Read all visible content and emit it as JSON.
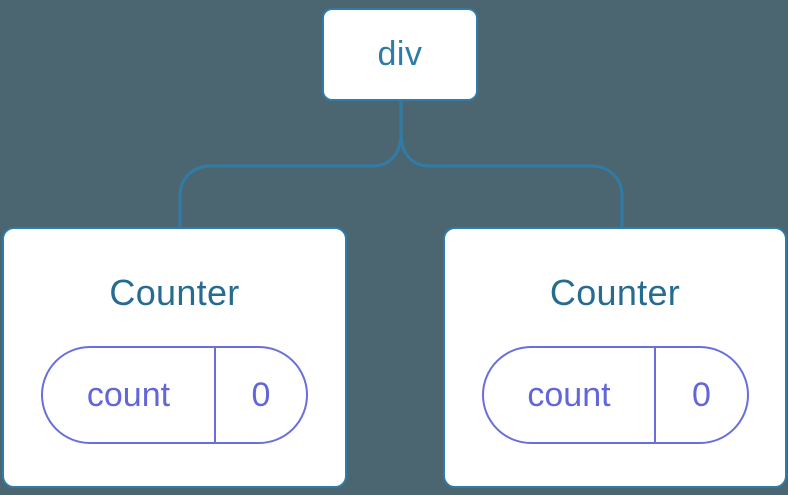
{
  "diagram": {
    "root": {
      "label": "div"
    },
    "children": [
      {
        "title": "Counter",
        "state": {
          "key": "count",
          "value": "0"
        }
      },
      {
        "title": "Counter",
        "state": {
          "key": "count",
          "value": "0"
        }
      }
    ]
  },
  "colors": {
    "background": "#4C6671",
    "node_fill": "#FFFFFF",
    "node_border": "#2F7CA7",
    "connector": "#2F7CA7",
    "root_label_text": "#2F7CA7",
    "component_title_text": "#266C90",
    "state_border": "#6A6EDC",
    "state_text": "#6266D8"
  }
}
